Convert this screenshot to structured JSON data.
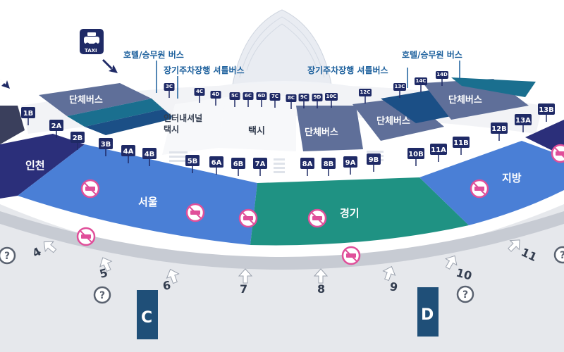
{
  "colors": {
    "navy": "#2b2f7a",
    "seoul_blue": "#4a7fd6",
    "gyeonggi_teal": "#1f9283",
    "jibang_blue": "#4a7fd6",
    "gray_bus": "#5f6f99",
    "dark_teal": "#1a6f8f",
    "deep_blue": "#1b4f86",
    "road": "#e6e8ec",
    "sidewalk": "#c7cbd3",
    "label_blue": "#1b5f9c",
    "sign_navy": "#1f2a66",
    "pink": "#e04f9a"
  },
  "icons": {
    "taxi": "taxi-sign-icon",
    "arrow": "arrow-icon",
    "info": "information-icon",
    "no_smoking": "no-smoking-icon"
  },
  "taxi_sign": "TAXI",
  "zones": {
    "incheon": "인천",
    "seoul": "서울",
    "gyeonggi": "경기",
    "jibang": "지방",
    "group_bus_left": "단체버스",
    "group_bus_right": "단체버스",
    "group_bus_center": "단체버스",
    "group_bus_right2": "단체버스",
    "intl_taxi_line1": "인터내셔널",
    "intl_taxi_line2": "택시",
    "taxi": "택시"
  },
  "callouts": {
    "hotel_left": "호텔/승무원 버스",
    "parking_left": "장기주차장행 셔틀버스",
    "hotel_right": "호텔/승무원 버스",
    "parking_right": "장기주차장행 셔틀버스"
  },
  "stops": {
    "outer": [
      "1B",
      "2A",
      "2B",
      "3B",
      "4A",
      "4B",
      "5B",
      "6A",
      "6B",
      "7A",
      "8A",
      "8B",
      "9A",
      "9B",
      "10B",
      "11A",
      "11B",
      "12B",
      "13A",
      "13B"
    ],
    "inner": [
      "3C",
      "4C",
      "4D",
      "5C",
      "6C",
      "6D",
      "7C",
      "8C",
      "9C",
      "9D",
      "10C",
      "12C",
      "13C",
      "14C",
      "14D"
    ]
  },
  "gates": [
    "4",
    "5",
    "6",
    "7",
    "8",
    "9",
    "10",
    "11"
  ],
  "pillars": [
    "C",
    "D"
  ]
}
